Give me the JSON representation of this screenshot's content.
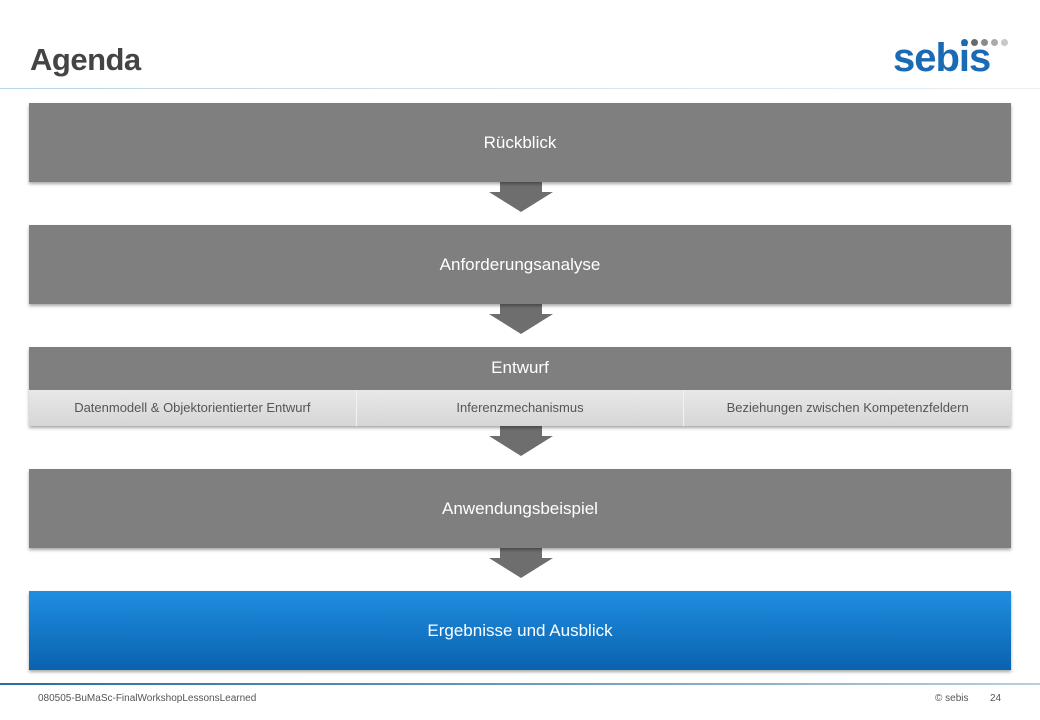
{
  "slide": {
    "title": "Agenda",
    "logo_text": "sebis"
  },
  "agenda": {
    "items": [
      {
        "label": "Rückblick"
      },
      {
        "label": "Anforderungsanalyse"
      },
      {
        "label": "Entwurf",
        "subitems": [
          "Datenmodell & Objektorientierter Entwurf",
          "Inferenzmechanismus",
          "Beziehungen zwischen Kompetenzfeldern"
        ]
      },
      {
        "label": "Anwendungsbeispiel"
      },
      {
        "label": "Ergebnisse und Ausblick",
        "active": true
      }
    ]
  },
  "footer": {
    "document": "080505-BuMaSc-FinalWorkshopLessonsLearned",
    "copyright": "© sebis",
    "page": "24"
  },
  "colors": {
    "inactive_box": "#7f7f7f",
    "active_box_top": "#1f8ee0",
    "active_box_bottom": "#0a62b0",
    "arrow": "#6e6e6e",
    "logo": "#1a6bb4"
  }
}
